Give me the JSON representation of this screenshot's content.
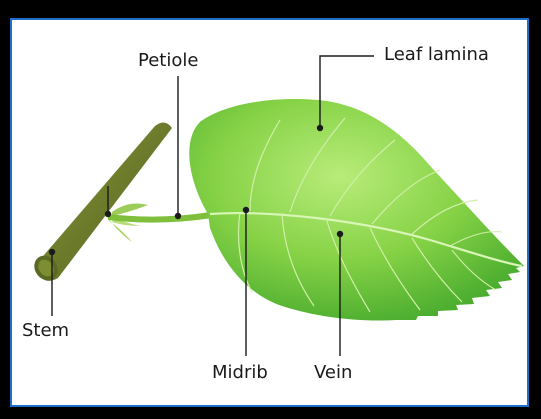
{
  "labels": {
    "petiole": "Petiole",
    "leaf_lamina": "Leaf lamina",
    "stem": "Stem",
    "midrib": "Midrib",
    "vein": "Vein"
  },
  "colors": {
    "frame": "#000000",
    "panel_border": "#1d6fc9",
    "leaf_light": "#9ee05a",
    "leaf_dark": "#2f9a1e",
    "stem": "#6a7a2a",
    "leader_line": "#1a1a1a"
  }
}
